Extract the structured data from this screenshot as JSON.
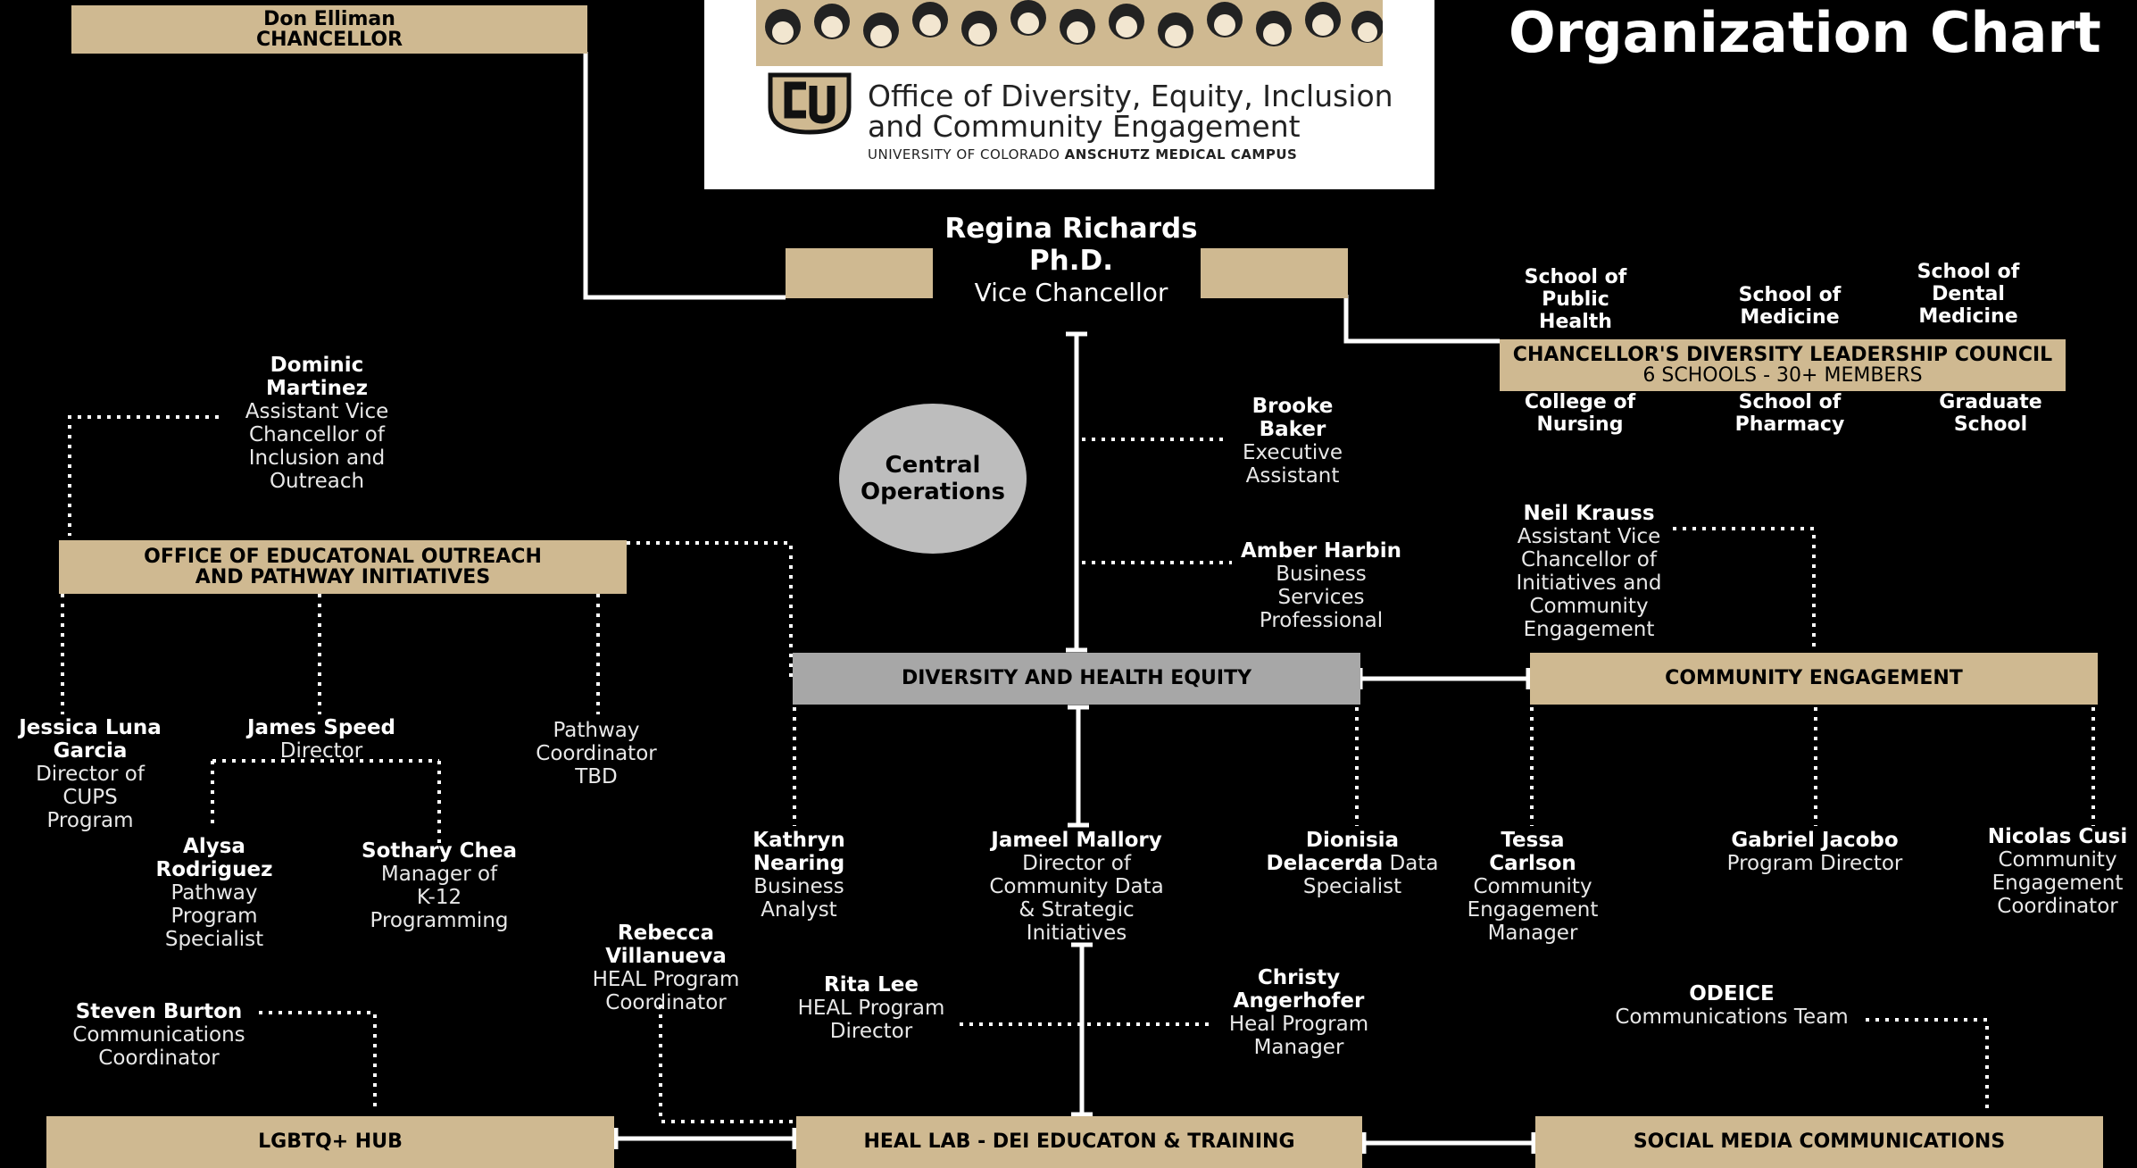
{
  "header": {
    "title": "Organization Chart",
    "logo": {
      "line1": "Office of Diversity, Equity, Inclusion",
      "line2": "and Community Engagement",
      "line3a": "UNIVERSITY OF COLORADO",
      "line3b": "ANSCHUTZ MEDICAL CAMPUS"
    }
  },
  "chancellor": {
    "name": "Don Elliman",
    "role": "CHANCELLOR"
  },
  "vice_chancellor": {
    "name1": "Regina Richards",
    "name2": "Ph.D.",
    "role": "Vice Chancellor"
  },
  "central_operations": {
    "line1": "Central",
    "line2": "Operations"
  },
  "council": {
    "title": "CHANCELLOR'S DIVERSITY LEADERSHIP COUNCIL",
    "subtitle": "6 SCHOOLS - 30+ MEMBERS",
    "schools": [
      {
        "lines": [
          "School of",
          "Public",
          "Health"
        ]
      },
      {
        "lines": [
          "School of",
          "Medicine"
        ]
      },
      {
        "lines": [
          "School of",
          "Dental",
          "Medicine"
        ]
      },
      {
        "lines": [
          "College of",
          "Nursing"
        ]
      },
      {
        "lines": [
          "School of",
          "Pharmacy"
        ]
      },
      {
        "lines": [
          "Graduate",
          "School"
        ]
      }
    ]
  },
  "units": {
    "outreach": {
      "line1": "OFFICE OF EDUCATONAL OUTREACH",
      "line2": "AND PATHWAY INITIATIVES"
    },
    "dhe": "DIVERSITY AND HEALTH EQUITY",
    "community": "COMMUNITY ENGAGEMENT",
    "lgbtq": "LGBTQ+ HUB",
    "heal": "HEAL LAB - DEI EDUCATON & TRAINING",
    "social": "SOCIAL MEDIA COMMUNICATIONS"
  },
  "people": {
    "dominic": {
      "name": [
        "Dominic",
        "Martinez"
      ],
      "title": [
        "Assistant Vice",
        "Chancellor of",
        "Inclusion and",
        "Outreach"
      ]
    },
    "brooke": {
      "name": [
        "Brooke",
        "Baker"
      ],
      "title": [
        "Executive",
        "Assistant"
      ]
    },
    "amber": {
      "name": [
        "Amber Harbin"
      ],
      "title": [
        "Business",
        "Services",
        "Professional"
      ]
    },
    "neil": {
      "name": [
        "Neil Krauss"
      ],
      "title": [
        "Assistant Vice",
        "Chancellor of",
        "Initiatives and",
        "Community",
        "Engagement"
      ]
    },
    "jessica": {
      "name": [
        "Jessica Luna",
        "Garcia"
      ],
      "title": [
        "Director of",
        "CUPS",
        "Program"
      ]
    },
    "james": {
      "name": [
        "James Speed"
      ],
      "title": [
        "Director"
      ]
    },
    "pathway": {
      "name": [],
      "title": [
        "Pathway",
        "Coordinator",
        "TBD"
      ]
    },
    "alysa": {
      "name": [
        "Alysa",
        "Rodriguez"
      ],
      "title": [
        "Pathway",
        "Program",
        "Specialist"
      ]
    },
    "sothary": {
      "name": [
        "Sothary Chea"
      ],
      "title": [
        "Manager of",
        "K-12",
        "Programming"
      ]
    },
    "kathryn": {
      "name": [
        "Kathryn",
        "Nearing"
      ],
      "title": [
        "Business",
        "Analyst"
      ]
    },
    "jameel": {
      "name": [
        "Jameel Mallory"
      ],
      "title": [
        "Director of",
        "Community Data",
        "& Strategic",
        "Initiatives"
      ]
    },
    "dionisia_name1": "Dionisia",
    "dionisia_name2": "Delacerda",
    "dionisia_title1": "Data",
    "dionisia_title2": "Specialist",
    "tessa": {
      "name": [
        "Tessa",
        "Carlson"
      ],
      "title": [
        "Community",
        "Engagement",
        "Manager"
      ]
    },
    "gabriel": {
      "name": [
        "Gabriel Jacobo"
      ],
      "title": [
        "Program Director"
      ]
    },
    "nicolas": {
      "name": [
        "Nicolas Cusi"
      ],
      "title": [
        "Community",
        "Engagement",
        "Coordinator"
      ]
    },
    "rebecca": {
      "name": [
        "Rebecca",
        "Villanueva"
      ],
      "title": [
        "HEAL Program",
        "Coordinator"
      ]
    },
    "rita": {
      "name": [
        "Rita Lee"
      ],
      "title": [
        "HEAL Program",
        "Director"
      ]
    },
    "christy": {
      "name": [
        "Christy",
        "Angerhofer"
      ],
      "title": [
        "Heal Program",
        "Manager"
      ]
    },
    "steven": {
      "name": [
        "Steven Burton"
      ],
      "title": [
        "Communications",
        "Coordinator"
      ]
    },
    "odeice": {
      "name": [
        "ODEICE"
      ],
      "title": [
        "Communications Team"
      ]
    }
  },
  "colors": {
    "gold": "#cfb991",
    "grey_box": "#a7a7a7",
    "circle": "#bdbdbd",
    "background": "#000000"
  },
  "icons": [
    "cu-logo-icon",
    "people-crowd-illustration"
  ]
}
